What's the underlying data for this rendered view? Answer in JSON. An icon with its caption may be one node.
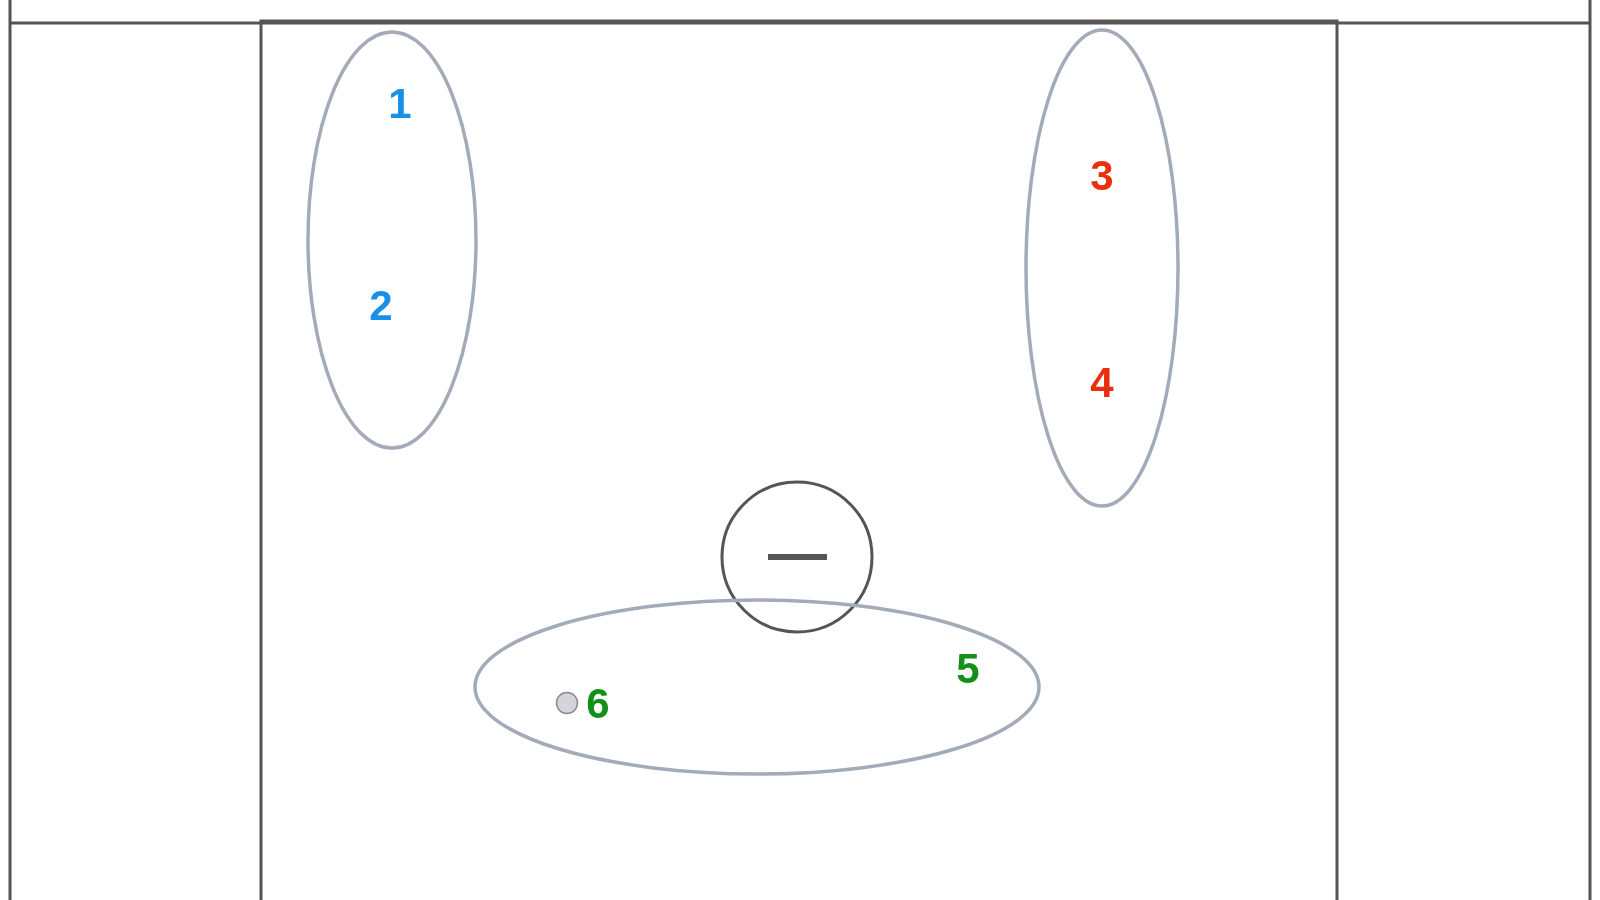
{
  "diagram": {
    "nodes": [
      {
        "text": [
          "1",
          "2"
        ]
      },
      {
        "text": [
          "3",
          "4"
        ]
      },
      {
        "text": [
          "5",
          "6"
        ]
      }
    ],
    "edges": []
  }
}
